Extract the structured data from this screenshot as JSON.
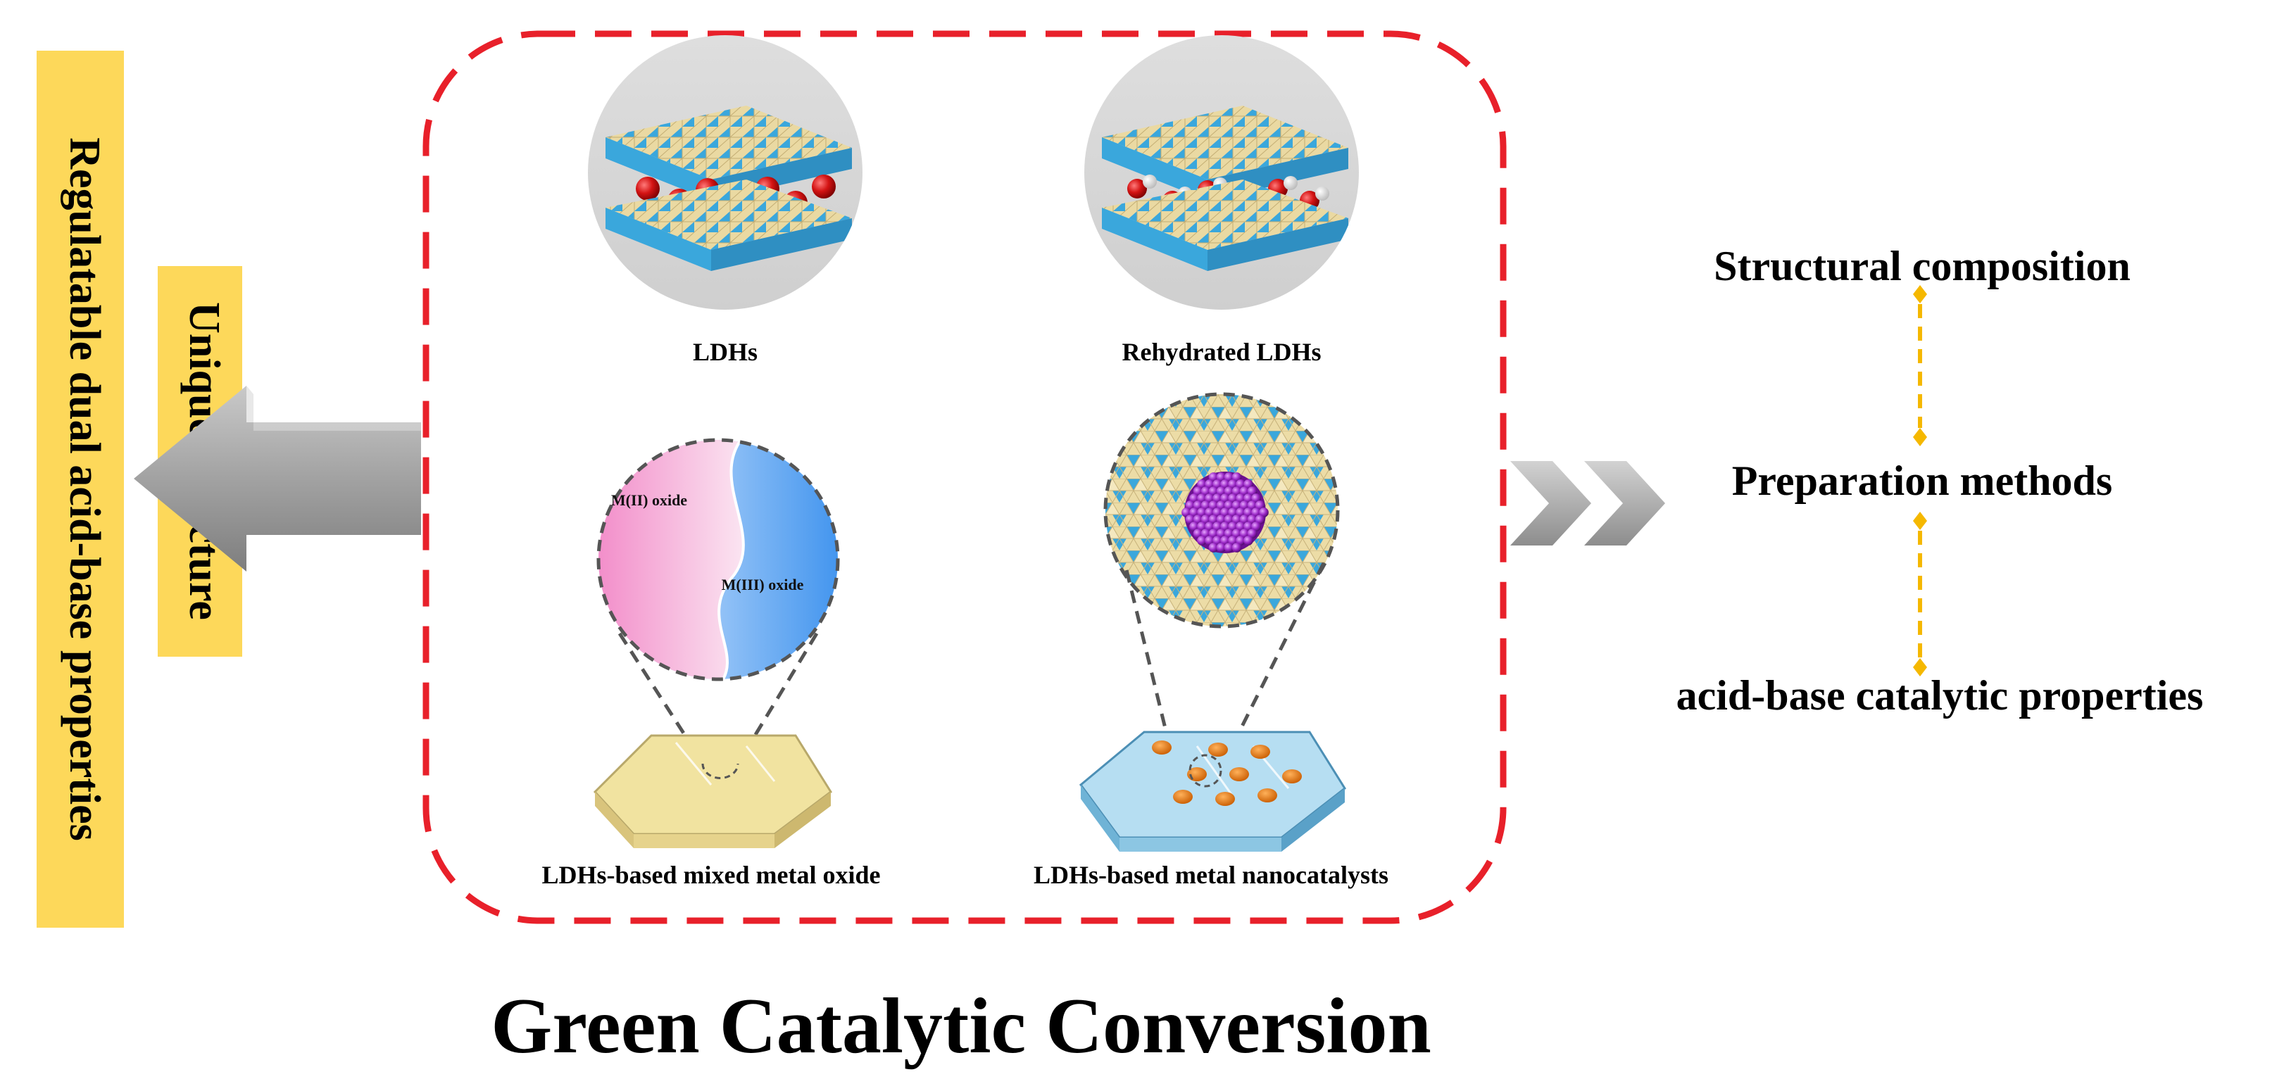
{
  "vertical_labels": {
    "outer": "Regulatable dual acid-base properties",
    "inner": "Unique structure"
  },
  "panels": {
    "ldh": "LDHs",
    "rehydrated": "Rehydrated LDHs",
    "mixed_oxide": "LDHs-based mixed metal oxide",
    "nanocatalysts": "LDHs-based metal nanocatalysts"
  },
  "oxide_labels": {
    "m2": "M(II) oxide",
    "m3": "M(III) oxide"
  },
  "flow": {
    "top": "Structural composition",
    "middle": "Preparation methods",
    "bottom": "acid-base catalytic properties"
  },
  "title": "Green Catalytic Conversion",
  "colors": {
    "dashed_frame": "#e8202a",
    "label_bg": "#fdd85a",
    "connector": "#f5b800",
    "arrow_gray": "#9a9a9a",
    "ldh_blue": "#3aa7dc",
    "ldh_cream": "#e6d59a",
    "oxygen_red": "#d21010",
    "nanoparticle": "#9a28c6",
    "m2_pink": "#f5a7d3",
    "m3_blue": "#4a9bef"
  }
}
